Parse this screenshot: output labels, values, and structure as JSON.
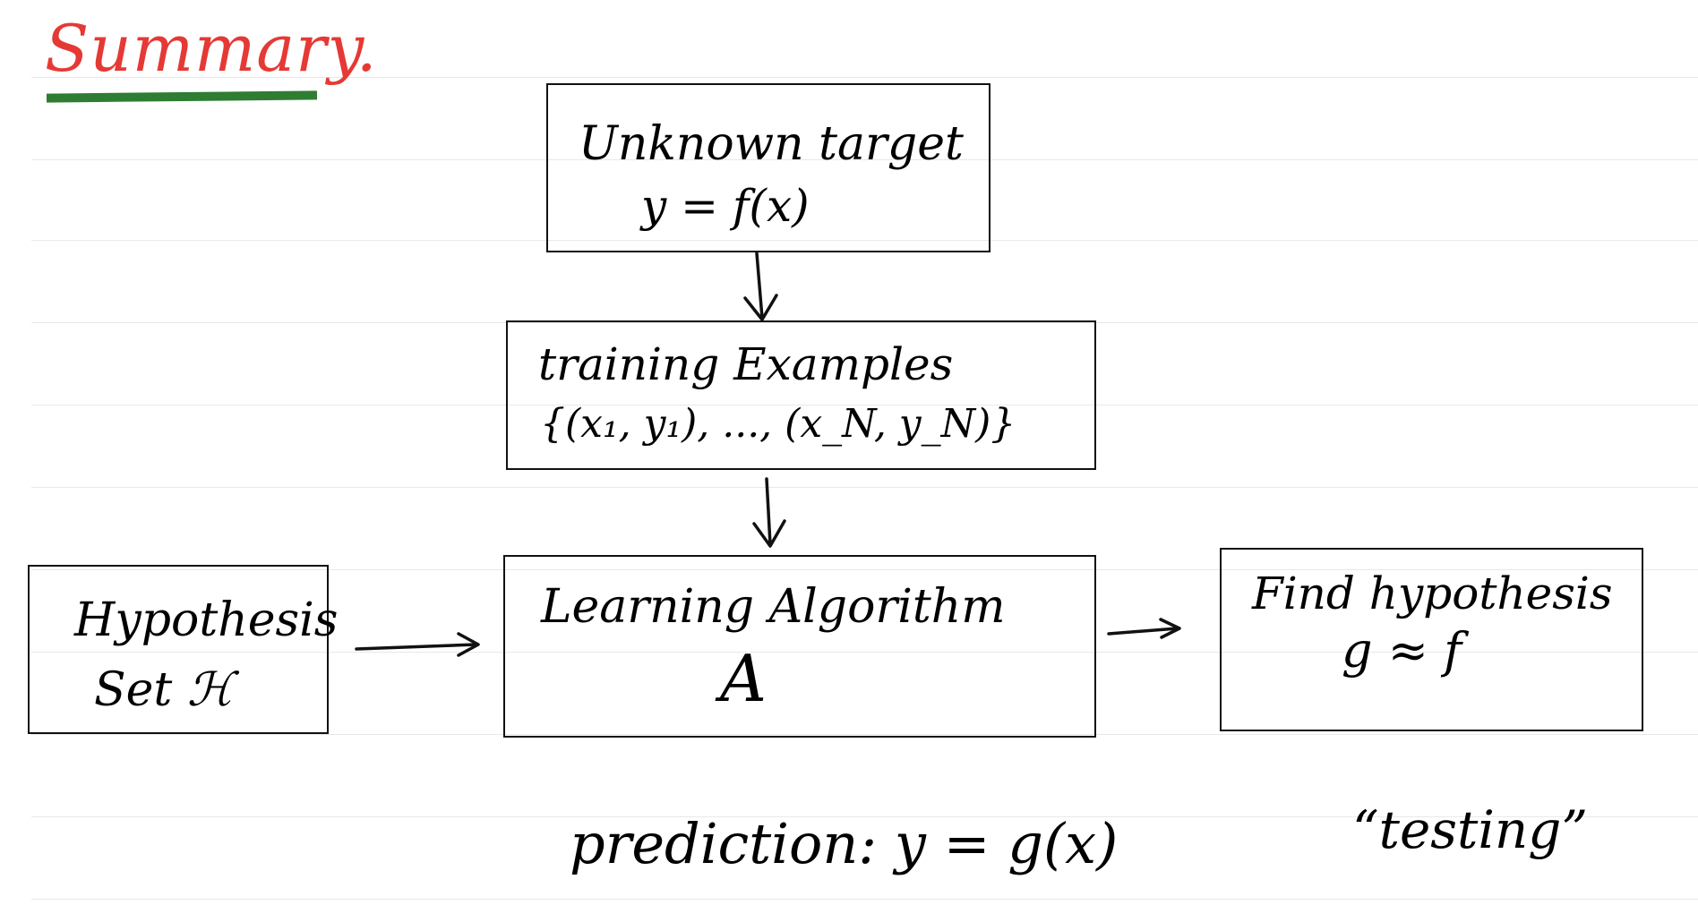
{
  "heading": "Summary.",
  "boxes": {
    "target": {
      "line1": "Unknown target",
      "line2": "y = f(x)"
    },
    "training": {
      "line1": "training Examples",
      "line2": "{(x₁, y₁), ..., (x_N, y_N)}"
    },
    "hypothesis_set": {
      "line1": "Hypothesis",
      "line2": "Set ℋ"
    },
    "algorithm": {
      "line1": "Learning Algorithm",
      "line2": "A"
    },
    "final": {
      "line1": "Find hypothesis",
      "line2": "g ≈ f"
    }
  },
  "prediction": "prediction: y = g(x)",
  "testing": "“testing”"
}
